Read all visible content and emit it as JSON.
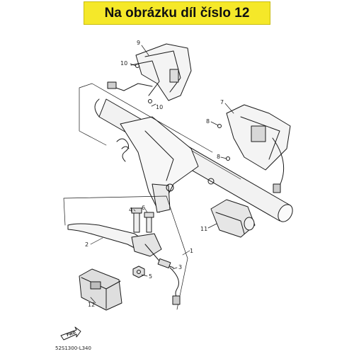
{
  "banner": {
    "text": "Na obrázku díl číslo 12"
  },
  "callouts": [
    "9",
    "10",
    "10",
    "7",
    "8",
    "8",
    "4",
    "6",
    "1",
    "2",
    "3",
    "5",
    "11",
    "12"
  ],
  "fwd_label": "FWD",
  "diagram_code": "52S1300-L340",
  "colors": {
    "banner_bg": "#f5e829",
    "line": "#1a1a1a"
  }
}
